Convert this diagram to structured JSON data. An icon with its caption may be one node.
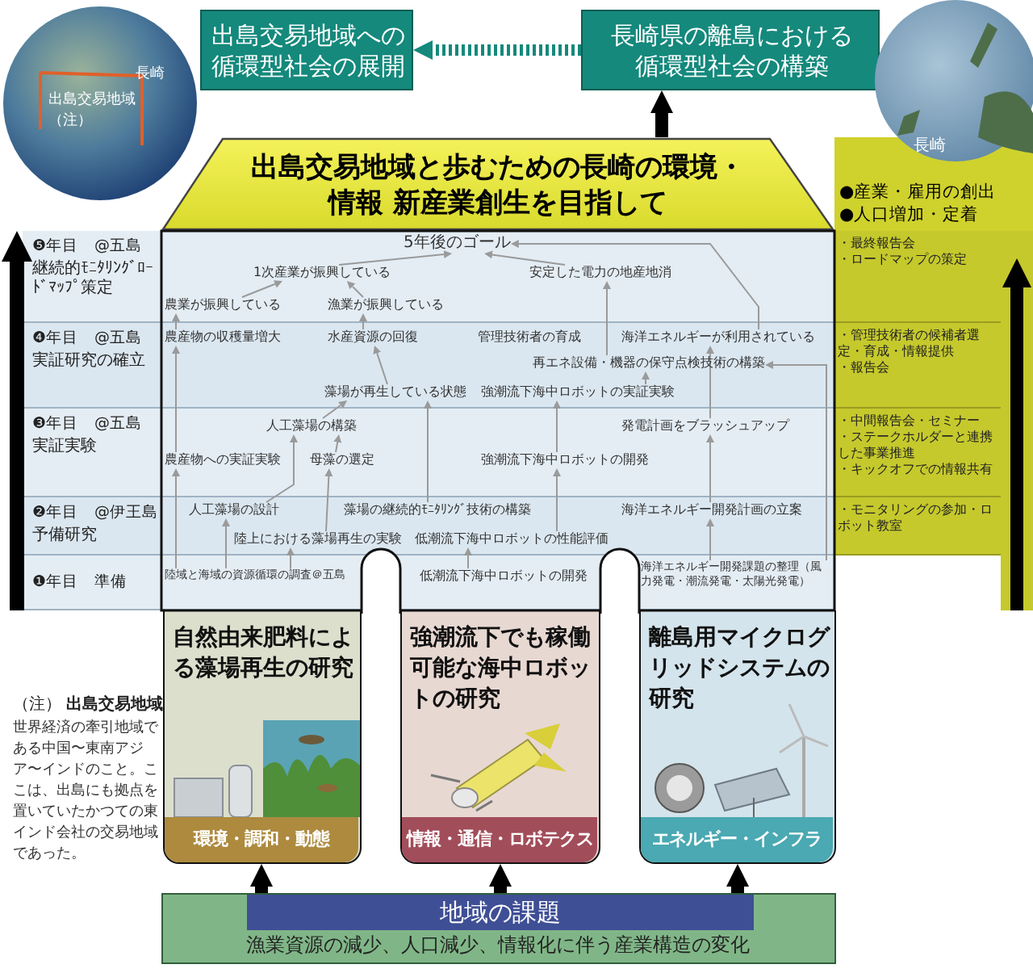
{
  "diagram": {
    "nodes": [
      {
        "text": [
          "出島交易地域への循環型社会の展開"
        ]
      },
      {
        "text": [
          "長崎県の離島における循環型社会の構築"
        ]
      },
      {
        "text": [
          "出島交易地域と歩むための長崎の環境・情報 新産業創生を目指して"
        ]
      },
      {
        "text": [
          "●産業・雇用の創出",
          "●人口増加・定着"
        ]
      },
      {
        "text": [
          "❺年目　@五島",
          "継続的ﾓﾆﾀﾘﾝｸﾞﾛｰﾄﾞﾏｯﾌﾟ策定"
        ]
      },
      {
        "text": [
          "❹年目　@五島",
          "実証研究の確立"
        ]
      },
      {
        "text": [
          "❸年目　@五島",
          "実証実験"
        ]
      },
      {
        "text": [
          "❷年目　@伊王島",
          "予備研究"
        ]
      },
      {
        "text": [
          "❶年目　準備"
        ]
      },
      {
        "text": [
          "・最終報告会",
          "・ロードマップの策定"
        ]
      },
      {
        "text": [
          "・管理技術者の候補者選定・育成・情報提供",
          "・報告会"
        ]
      },
      {
        "text": [
          "・中間報告会・セミナー",
          "・ステークホルダーと連携した事業推進",
          "・キックオフでの情報共有"
        ]
      },
      {
        "text": [
          "・モニタリングの参加・ロボット教室"
        ]
      },
      {
        "text": [
          "5年後のゴール"
        ],
        "in": 4
      },
      {
        "text": [
          "1次産業が振興している"
        ],
        "in": 4
      },
      {
        "text": [
          "安定した電力の地産地消"
        ],
        "in": 4
      },
      {
        "text": [
          "農業が振興している"
        ],
        "in": 4
      },
      {
        "text": [
          "漁業が振興している"
        ],
        "in": 4
      },
      {
        "text": [
          "農産物の収穫量増大"
        ],
        "in": 5
      },
      {
        "text": [
          "水産資源の回復"
        ],
        "in": 5
      },
      {
        "text": [
          "管理技術者の育成"
        ],
        "in": 5
      },
      {
        "text": [
          "海洋エネルギーが利用されている"
        ],
        "in": 5
      },
      {
        "text": [
          "再エネ設備・機器の保守点検技術の構築"
        ],
        "in": 5
      },
      {
        "text": [
          "藻場が再生している状態"
        ],
        "in": 5
      },
      {
        "text": [
          "強潮流下海中ロボットの実証実験"
        ],
        "in": 5
      },
      {
        "text": [
          "人工藻場の構築"
        ],
        "in": 6
      },
      {
        "text": [
          "発電計画をブラッシュアップ"
        ],
        "in": 6
      },
      {
        "text": [
          "農産物への実証実験"
        ],
        "in": 6
      },
      {
        "text": [
          "母藻の選定"
        ],
        "in": 6
      },
      {
        "text": [
          "強潮流下海中ロボットの開発"
        ],
        "in": 6
      },
      {
        "text": [
          "人工藻場の設計"
        ],
        "in": 7
      },
      {
        "text": [
          "藻場の継続的ﾓﾆﾀﾘﾝｸﾞ技術の構築"
        ],
        "in": 7
      },
      {
        "text": [
          "海洋エネルギー開発計画の立案"
        ],
        "in": 7
      },
      {
        "text": [
          "陸上における藻場再生の実験"
        ],
        "in": 7
      },
      {
        "text": [
          "低潮流下海中ロボットの性能評価"
        ],
        "in": 7
      },
      {
        "text": [
          "陸域と海域の資源循環の調査＠五島"
        ],
        "in": 8
      },
      {
        "text": [
          "低潮流下海中ロボットの開発"
        ],
        "in": 8
      },
      {
        "text": [
          "海洋エネルギー開発課題の整理（風力発電・潮流発電・太陽光発電）"
        ],
        "in": 8
      },
      {
        "text": [
          "自然由来肥料による藻場再生の研究",
          "環境・調和・動態"
        ]
      },
      {
        "text": [
          "強潮流下でも稼働可能な海中ロボットの研究",
          "情報・通信・ロボテクス"
        ]
      },
      {
        "text": [
          "離島用マイクログリッドシステムの研究",
          "エネルギー・インフラ"
        ]
      },
      {
        "text": [
          "地域の課題",
          "漁業資源の減少、人口減少、情報化に伴う産業構造の変化"
        ]
      }
    ],
    "edges": [
      {
        "from": 1,
        "to": 0,
        "arrow": "to",
        "style": "dashed",
        "color": "#14897c"
      },
      {
        "from": 2,
        "to": 1,
        "arrow": "to",
        "style": "thick",
        "color": "#000000"
      },
      {
        "from": 41,
        "to": 38,
        "arrow": "to",
        "style": "thick",
        "color": "#000000"
      },
      {
        "from": 41,
        "to": 39,
        "arrow": "to",
        "style": "thick",
        "color": "#000000"
      },
      {
        "from": 41,
        "to": 40,
        "arrow": "to",
        "style": "thick",
        "color": "#000000"
      },
      {
        "from": 14,
        "to": 13,
        "arrow": "to"
      },
      {
        "from": 15,
        "to": 13,
        "arrow": "to"
      },
      {
        "from": 21,
        "to": 13,
        "arrow": "to"
      },
      {
        "from": 16,
        "to": 14,
        "arrow": "to"
      },
      {
        "from": 17,
        "to": 14,
        "arrow": "to"
      },
      {
        "from": 18,
        "to": 16,
        "arrow": "to"
      },
      {
        "from": 19,
        "to": 17,
        "arrow": "to"
      },
      {
        "from": 27,
        "to": 18,
        "arrow": "to"
      },
      {
        "from": 35,
        "to": 27,
        "arrow": "to"
      },
      {
        "from": 23,
        "to": 19,
        "arrow": "to"
      },
      {
        "from": 25,
        "to": 23,
        "arrow": "to"
      },
      {
        "from": 28,
        "to": 25,
        "arrow": "to"
      },
      {
        "from": 30,
        "to": 25,
        "arrow": "to"
      },
      {
        "from": 33,
        "to": 28,
        "arrow": "to"
      },
      {
        "from": 35,
        "to": 30,
        "arrow": "to"
      },
      {
        "from": 35,
        "to": 33,
        "arrow": "to"
      },
      {
        "from": 31,
        "to": 23,
        "arrow": "to"
      },
      {
        "from": 36,
        "to": 34,
        "arrow": "to"
      },
      {
        "from": 34,
        "to": 29,
        "arrow": "to"
      },
      {
        "from": 29,
        "to": 24,
        "arrow": "to"
      },
      {
        "from": 24,
        "to": 22,
        "arrow": "to"
      },
      {
        "from": 22,
        "to": 15,
        "arrow": "to"
      },
      {
        "from": 37,
        "to": 32,
        "arrow": "to"
      },
      {
        "from": 32,
        "to": 26,
        "arrow": "to"
      },
      {
        "from": 26,
        "to": 21,
        "arrow": "to"
      },
      {
        "from": 37,
        "to": 22,
        "arrow": "to"
      }
    ],
    "labels": [
      "長崎",
      "出島交易地域（注）",
      "長崎",
      "（注） **出島交易地域**",
      "世界経済の牽引地域である中国〜東南アジア〜インドのこと。ここは、出島にも拠点を置いていたかつての東インド会社の交易地域であった。"
    ]
  }
}
